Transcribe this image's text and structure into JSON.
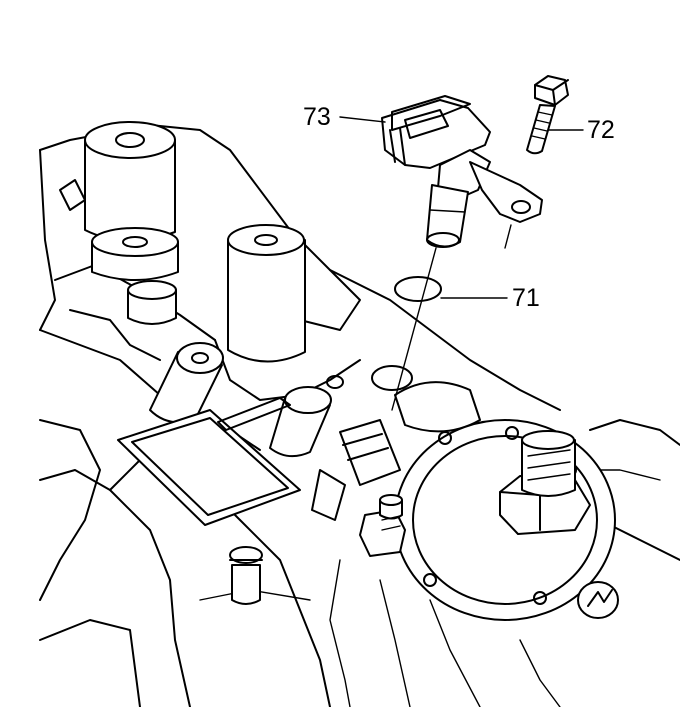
{
  "diagram": {
    "callouts": [
      {
        "id": "73",
        "label": "73",
        "part": "sensor"
      },
      {
        "id": "72",
        "label": "72",
        "part": "bolt"
      },
      {
        "id": "71",
        "label": "71",
        "part": "o-ring"
      }
    ],
    "colors": {
      "line": "#000000",
      "background": "#ffffff"
    }
  }
}
